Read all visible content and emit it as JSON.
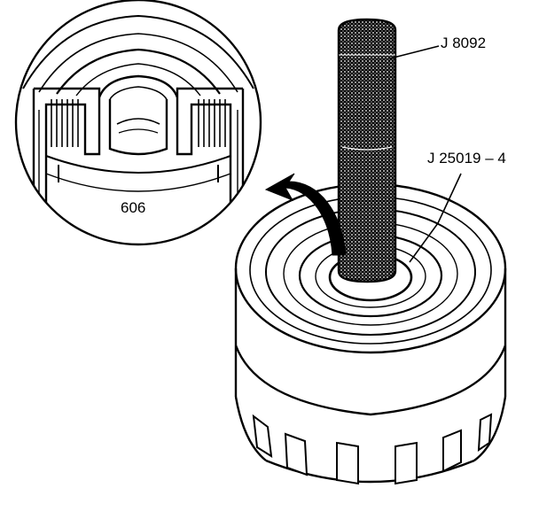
{
  "labels": {
    "tool_1": "J 8092",
    "tool_2": "J 25019 – 4",
    "part": "606"
  },
  "colors": {
    "line": "#000000",
    "background": "#ffffff"
  }
}
